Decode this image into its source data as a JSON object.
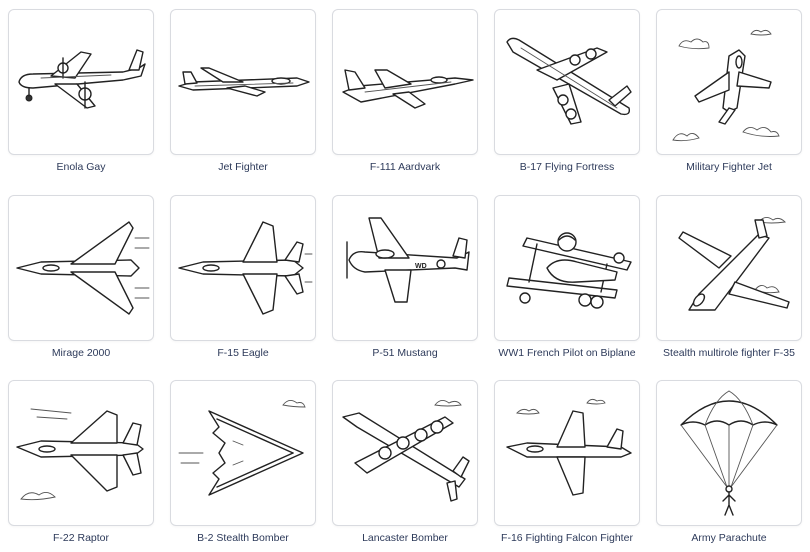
{
  "gallery": {
    "items": [
      {
        "label": "Enola Gay",
        "icon": "bomber-plane-icon"
      },
      {
        "label": "Jet Fighter",
        "icon": "jet-fighter-icon"
      },
      {
        "label": "F-111 Aardvark",
        "icon": "jet-fighter-icon"
      },
      {
        "label": "B-17 Flying Fortress",
        "icon": "bomber-plane-icon"
      },
      {
        "label": "Military Fighter Jet",
        "icon": "jet-fighter-icon"
      },
      {
        "label": "Mirage 2000",
        "icon": "delta-jet-icon"
      },
      {
        "label": "F-15 Eagle",
        "icon": "jet-fighter-icon"
      },
      {
        "label": "P-51 Mustang",
        "icon": "propeller-plane-icon"
      },
      {
        "label": "WW1 French Pilot on Biplane",
        "icon": "biplane-icon"
      },
      {
        "label": "Stealth multirole fighter F-35",
        "icon": "jet-fighter-icon"
      },
      {
        "label": "F-22 Raptor",
        "icon": "jet-fighter-icon"
      },
      {
        "label": "B-2 Stealth Bomber",
        "icon": "flying-wing-icon"
      },
      {
        "label": "Lancaster Bomber",
        "icon": "bomber-plane-icon"
      },
      {
        "label": "F-16 Fighting Falcon Fighter",
        "icon": "jet-fighter-icon"
      },
      {
        "label": "Army Parachute",
        "icon": "parachute-icon"
      }
    ]
  }
}
